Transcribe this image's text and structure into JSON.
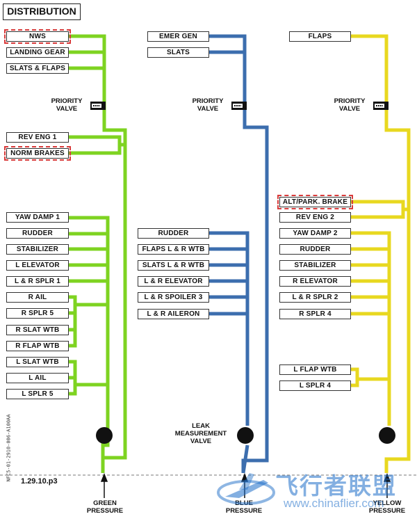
{
  "title": "DISTRIBUTION",
  "reference": "1.29.10.p3",
  "document_id": "NFC5-01-2910-006-A100AA",
  "colors": {
    "green": "#7ed321",
    "blue": "#3c6eae",
    "yellow": "#e8d820",
    "alert": "#d83a3a"
  },
  "green_system": {
    "top_users": [
      "NWS",
      "LANDING GEAR",
      "SLATS & FLAPS"
    ],
    "priority_valve": "PRIORITY\nVALVE",
    "mid_users": [
      "REV ENG 1",
      "NORM BRAKES"
    ],
    "lower_users": [
      "YAW DAMP 1",
      "RUDDER",
      "STABILIZER",
      "L ELEVATOR",
      "L & R SPLR 1",
      "R AIL",
      "R SPLR 5",
      "R SLAT WTB",
      "R FLAP WTB",
      "L SLAT WTB",
      "L AIL",
      "L SPLR 5"
    ],
    "pressure_label": "GREEN\nPRESSURE"
  },
  "blue_system": {
    "top_users": [
      "EMER GEN",
      "SLATS"
    ],
    "priority_valve": "PRIORITY\nVALVE",
    "lower_users": [
      "RUDDER",
      "FLAPS L & R WTB",
      "SLATS L & R WTB",
      "L & R ELEVATOR",
      "L & R SPOILER 3",
      "L & R AILERON"
    ],
    "leak_valve": "LEAK\nMEASUREMENT\nVALVE",
    "pressure_label": "BLUE\nPRESSURE"
  },
  "yellow_system": {
    "top_users": [
      "FLAPS"
    ],
    "priority_valve": "PRIORITY\nVALVE",
    "mid_users": [
      "ALT/PARK. BRAKE",
      "REV ENG 2"
    ],
    "lower_users": [
      "YAW DAMP 2",
      "RUDDER",
      "STABILIZER",
      "R ELEVATOR",
      "L & R SPLR 2",
      "R SPLR 4",
      "L FLAP WTB",
      "L SPLR 4"
    ],
    "pressure_label": "YELLOW\nPRESSURE"
  },
  "highlighted": [
    "NWS",
    "NORM BRAKES",
    "ALT/PARK. BRAKE"
  ],
  "watermark": {
    "text": "飞行者联盟",
    "url": "www.chinaflier.com"
  }
}
